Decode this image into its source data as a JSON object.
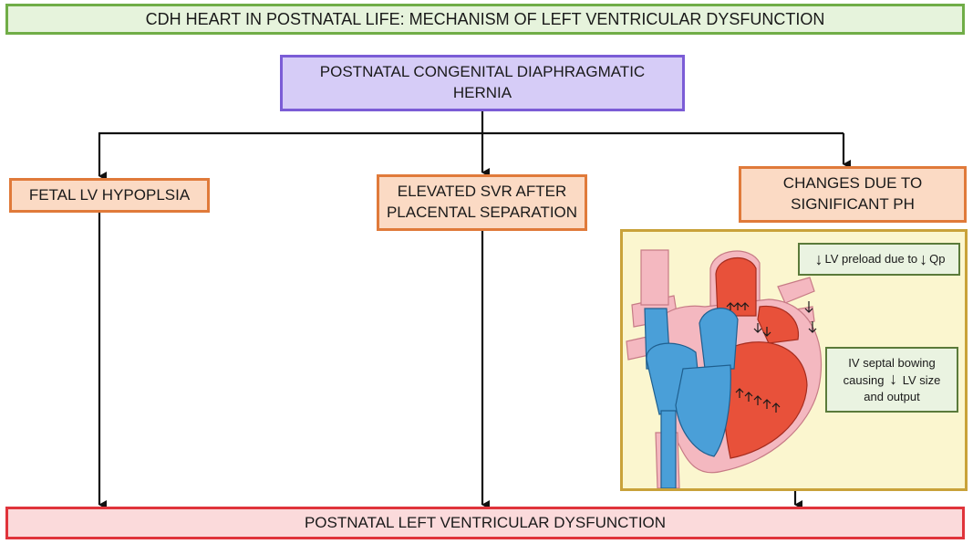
{
  "title": "CDH HEART IN POSTNATAL LIFE: MECHANISM OF LEFT VENTRICULAR DYSFUNCTION",
  "root": "POSTNATAL CONGENITAL DIAPHRAGMATIC HERNIA",
  "causes": [
    {
      "label": "FETAL LV HYPOPLSIA"
    },
    {
      "label": "ELEVATED SVR AFTER PLACENTAL SEPARATION"
    },
    {
      "label": "CHANGES DUE TO SIGNIFICANT PH"
    }
  ],
  "heart_panel": {
    "note_preload": {
      "prefix": "LV preload  due to",
      "suffix": "Qp"
    },
    "note_septal": {
      "line1": "IV septal bowing",
      "line2_pre": "causing",
      "line2_post": "LV size",
      "line3": "and output"
    }
  },
  "outcome": "POSTNATAL LEFT VENTRICULAR DYSFUNCTION",
  "colors": {
    "title_border": "#70ad47",
    "root_border": "#7b5cd6",
    "cause_border": "#e07a3a",
    "outcome_border": "#e0343b",
    "panel_border": "#c9a23a",
    "oxygenated": "#e8513a",
    "deoxygenated": "#4a9fd8",
    "vessel_pink": "#f4b8c0"
  }
}
